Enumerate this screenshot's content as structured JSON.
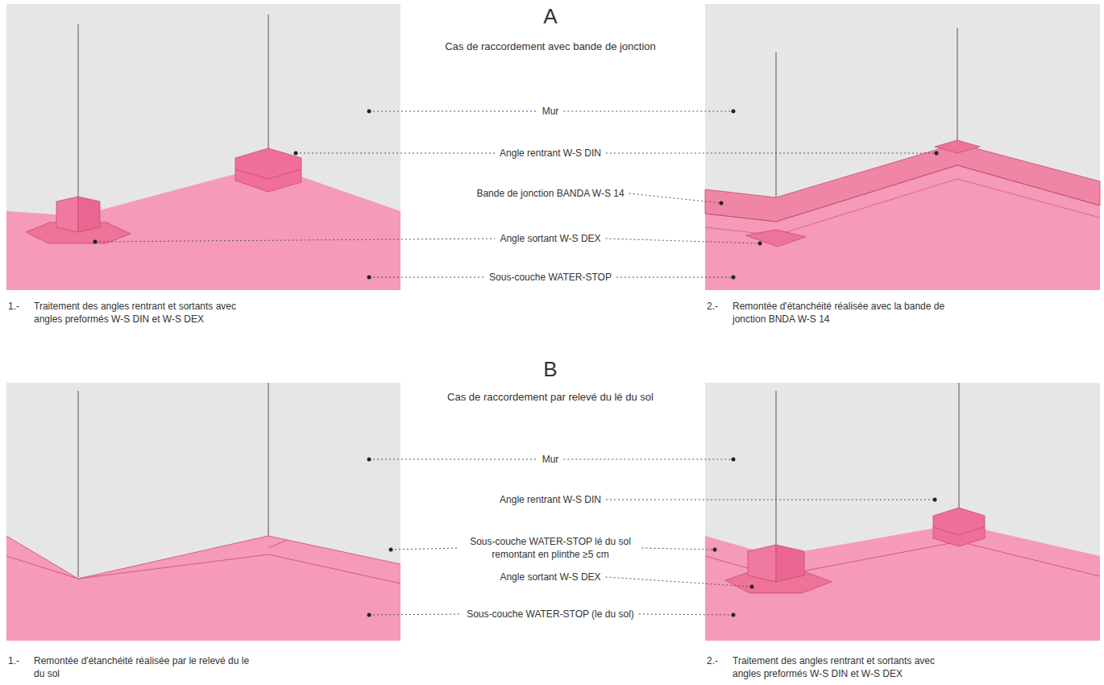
{
  "diagram": {
    "labels": [
      "A",
      "Cas de raccordement avec bande de jonction",
      "Mur",
      "Angle rentrant W-S DIN",
      "Bande de jonction BANDA W-S 14",
      "Angle sortant W-S DEX",
      "Sous-couche WATER-STOP",
      "1.-",
      "Traitement des angles rentrant et sortants avec angles preformés W-S DIN et W-S DEX",
      "2.-",
      "Remontée d'étanchéité réalisée avec la bande de jonction BNDA W-S 14",
      "B",
      "Cas de raccordement par relevé du lé du sol",
      "Mur",
      "Angle rentrant W-S DIN",
      "Sous-couche WATER-STOP lé du sol remontant en plinthe ≥5 cm",
      "Angle sortant W-S DEX",
      "Sous-couche WATER-STOP (le du sol)",
      "1.-",
      "Remontée d'étanchéité réalisée par le relevé du le du sol",
      "2.-",
      "Traitement des angles rentrant et sortants avec angles preformés W-S DIN et W-S DEX"
    ]
  }
}
